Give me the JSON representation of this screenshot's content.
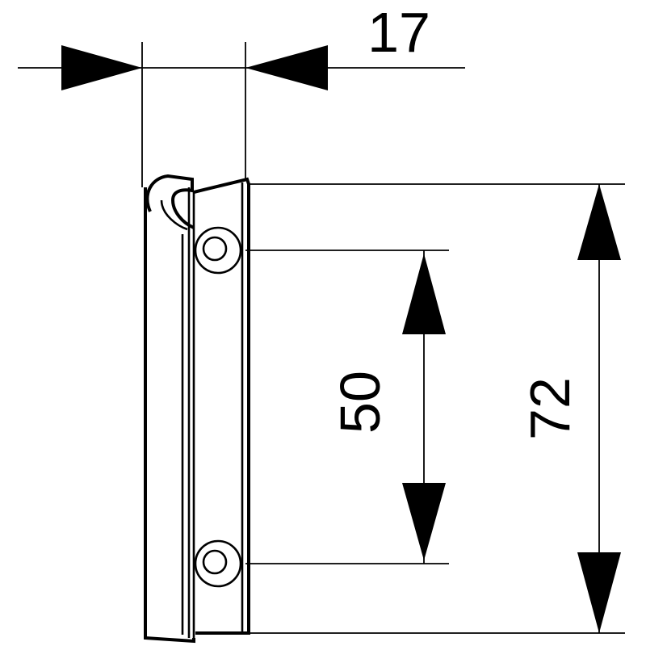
{
  "dimensions": {
    "width": {
      "label": "17"
    },
    "hole_spacing": {
      "label": "50"
    },
    "total_height": {
      "label": "72"
    }
  }
}
